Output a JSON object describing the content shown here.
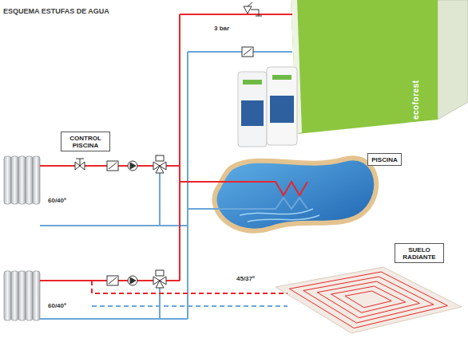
{
  "diagram": {
    "title": "ESQUEMA ESTUFAS DE AGUA",
    "nodes": [
      {
        "text": [
          "CONTROL PISCINA"
        ]
      },
      {
        "text": [
          "PISCINA"
        ]
      },
      {
        "text": [
          "SUELO RADIANTE"
        ]
      }
    ],
    "labels": [
      "3 bar",
      "ecoforest",
      "60/40º",
      "45/37º",
      "60/40º"
    ]
  }
}
